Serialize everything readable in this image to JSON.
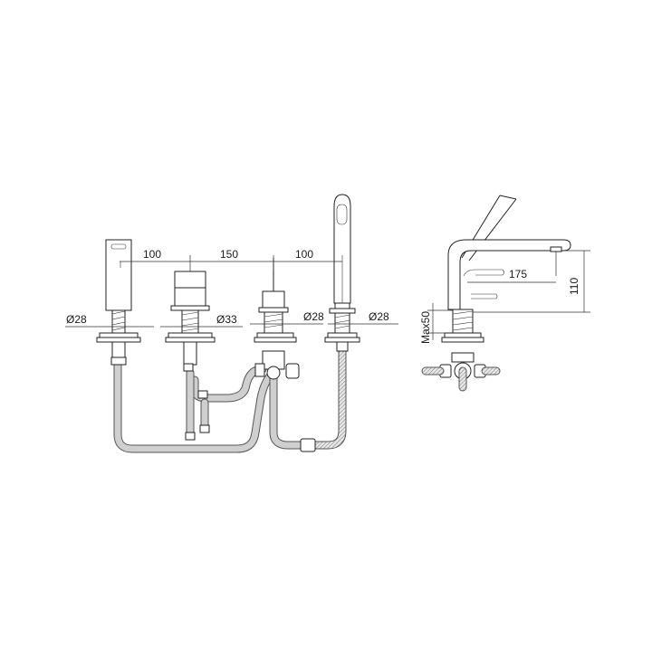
{
  "drawing": {
    "front_view": {
      "spacing_dimensions": [
        {
          "label": "100",
          "between": "spout to valve"
        },
        {
          "label": "150",
          "between": "valve to diverter"
        },
        {
          "label": "100",
          "between": "diverter to handshower"
        }
      ],
      "diameter_labels": [
        {
          "label": "Ø28",
          "part": "spout"
        },
        {
          "label": "Ø33",
          "part": "valve"
        },
        {
          "label": "Ø28",
          "part": "diverter"
        },
        {
          "label": "Ø28",
          "part": "handshower"
        }
      ]
    },
    "side_view": {
      "reach_label": "175",
      "height_label": "110",
      "deck_thickness_label": "Max50"
    }
  }
}
